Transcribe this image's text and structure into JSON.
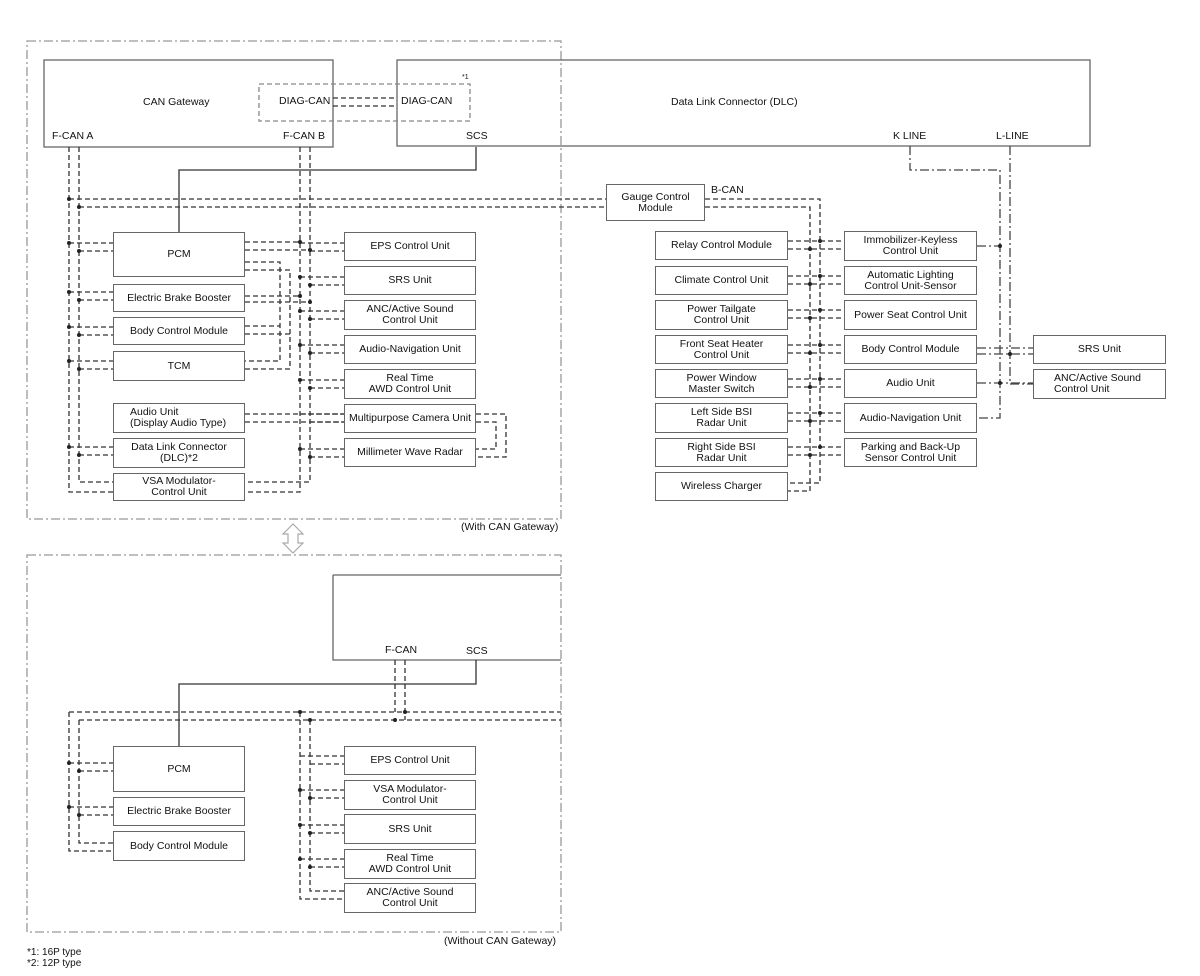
{
  "top": {
    "gateway": {
      "title": "CAN Gateway",
      "port_a": "F-CAN A",
      "port_b": "F-CAN B",
      "diag": "DIAG-CAN"
    },
    "dlc": {
      "title": "Data Link Connector (DLC)",
      "diag": "DIAG-CAN",
      "scs": "SCS",
      "kline": "K LINE",
      "lline": "L-LINE",
      "note_mark": "*1"
    },
    "bcan": "B-CAN",
    "gauge": "Gauge Control\nModule",
    "fcan_a_units": [
      "PCM",
      "Electric Brake Booster",
      "Body Control Module",
      "TCM",
      "Audio Unit\n(Display Audio Type)",
      "Data Link Connector\n(DLC)*2",
      "VSA Modulator-\nControl Unit"
    ],
    "fcan_b_units": [
      "EPS Control Unit",
      "SRS Unit",
      "ANC/Active Sound\nControl Unit",
      "Audio-Navigation Unit",
      "Real Time\nAWD Control Unit",
      "Multipurpose Camera Unit",
      "Millimeter Wave Radar"
    ],
    "bcan_left": [
      "Relay Control Module",
      "Climate Control Unit",
      "Power Tailgate\nControl Unit",
      "Front Seat Heater\nControl Unit",
      "Power Window\nMaster Switch",
      "Left Side BSI\nRadar Unit",
      "Right Side BSI\nRadar Unit",
      "Wireless Charger"
    ],
    "bcan_right": [
      "Immobilizer-Keyless\nControl Unit",
      "Automatic Lighting\nControl Unit-Sensor",
      "Power Seat Control Unit",
      "Body Control Module",
      "Audio Unit",
      "Audio-Navigation Unit",
      "Parking and Back-Up\nSensor Control Unit"
    ],
    "far_right": [
      "SRS Unit",
      "ANC/Active Sound\nControl Unit"
    ],
    "caption": "(With CAN Gateway)"
  },
  "bottom": {
    "fcan": "F-CAN",
    "scs": "SCS",
    "left_units": [
      "PCM",
      "Electric Brake Booster",
      "Body Control Module"
    ],
    "right_units": [
      "EPS Control Unit",
      "VSA Modulator-\nControl Unit",
      "SRS Unit",
      "Real Time\nAWD Control Unit",
      "ANC/Active Sound\nControl Unit"
    ],
    "caption": "(Without CAN Gateway)"
  },
  "footnotes": [
    "*1: 16P type",
    "*2: 12P type"
  ]
}
